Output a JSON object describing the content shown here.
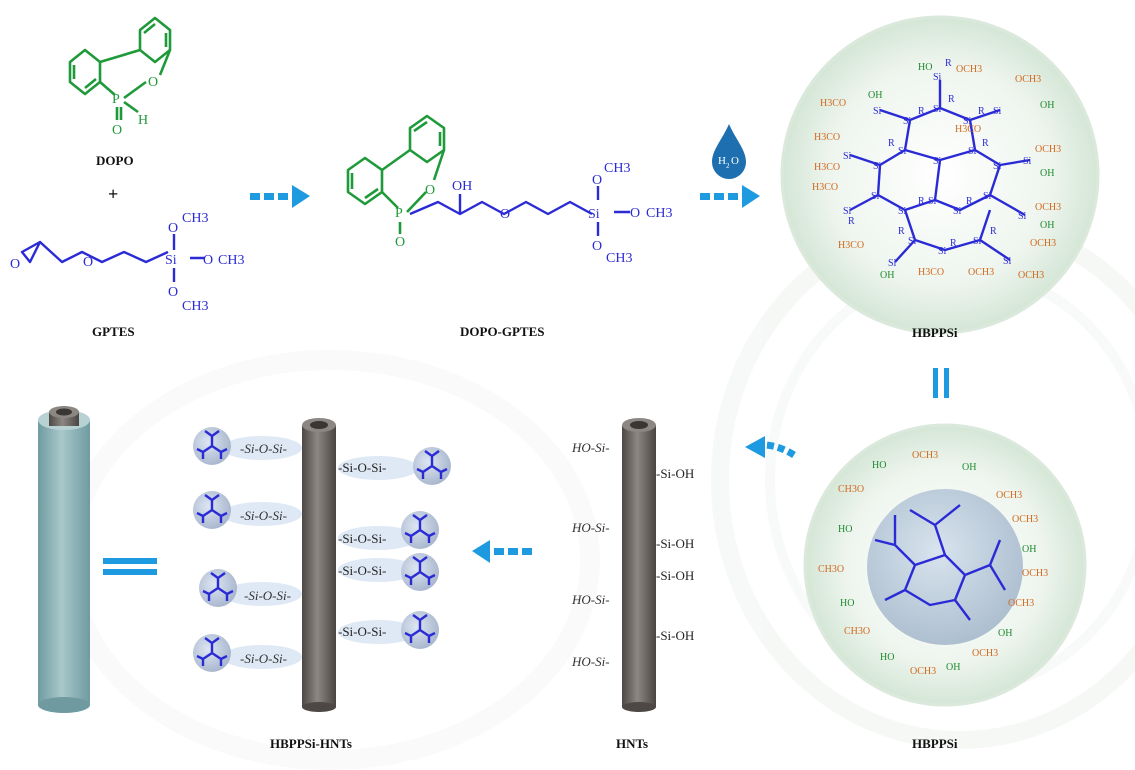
{
  "labels": {
    "dopo": "DOPO",
    "plus": "+",
    "gptes": "GPTES",
    "dopo_gptes": "DOPO-GPTES",
    "hbppsi_top": "HBPPSi",
    "hbppsi_bottom": "HBPPSi",
    "hnts": "HNTs",
    "hbppsi_hnts": "HBPPSi-HNTs"
  },
  "atoms": {
    "o": "O",
    "p": "P",
    "h": "H",
    "oh": "OH",
    "si": "Si",
    "ch3": "CH3",
    "ho": "HO",
    "r": "R",
    "h3co": "H3CO",
    "och3": "OCH3",
    "ch3o": "CH3O"
  },
  "water": {
    "h": "H",
    "sub": "2",
    "o": "O"
  },
  "hnt_groups": {
    "left": "HO-Si-",
    "right": "-Si-OH"
  },
  "hybrid_links": {
    "left": "-Si-O-Si-",
    "right": "-Si-O-Si-"
  },
  "colors": {
    "arrow": "#1e9be0",
    "dopo_green": "#1f9a3a",
    "silane_blue": "#2b2bd6",
    "methoxy_orange": "#d2691e",
    "hydroxyl_green": "#1e8a2e",
    "tube_grey": "#6e6a66",
    "coated_tube": "#8fb5b8"
  },
  "icons": {
    "dotted-arrow": "dashed blue arrow",
    "equals": "double bar",
    "water-drop": "blue droplet"
  }
}
